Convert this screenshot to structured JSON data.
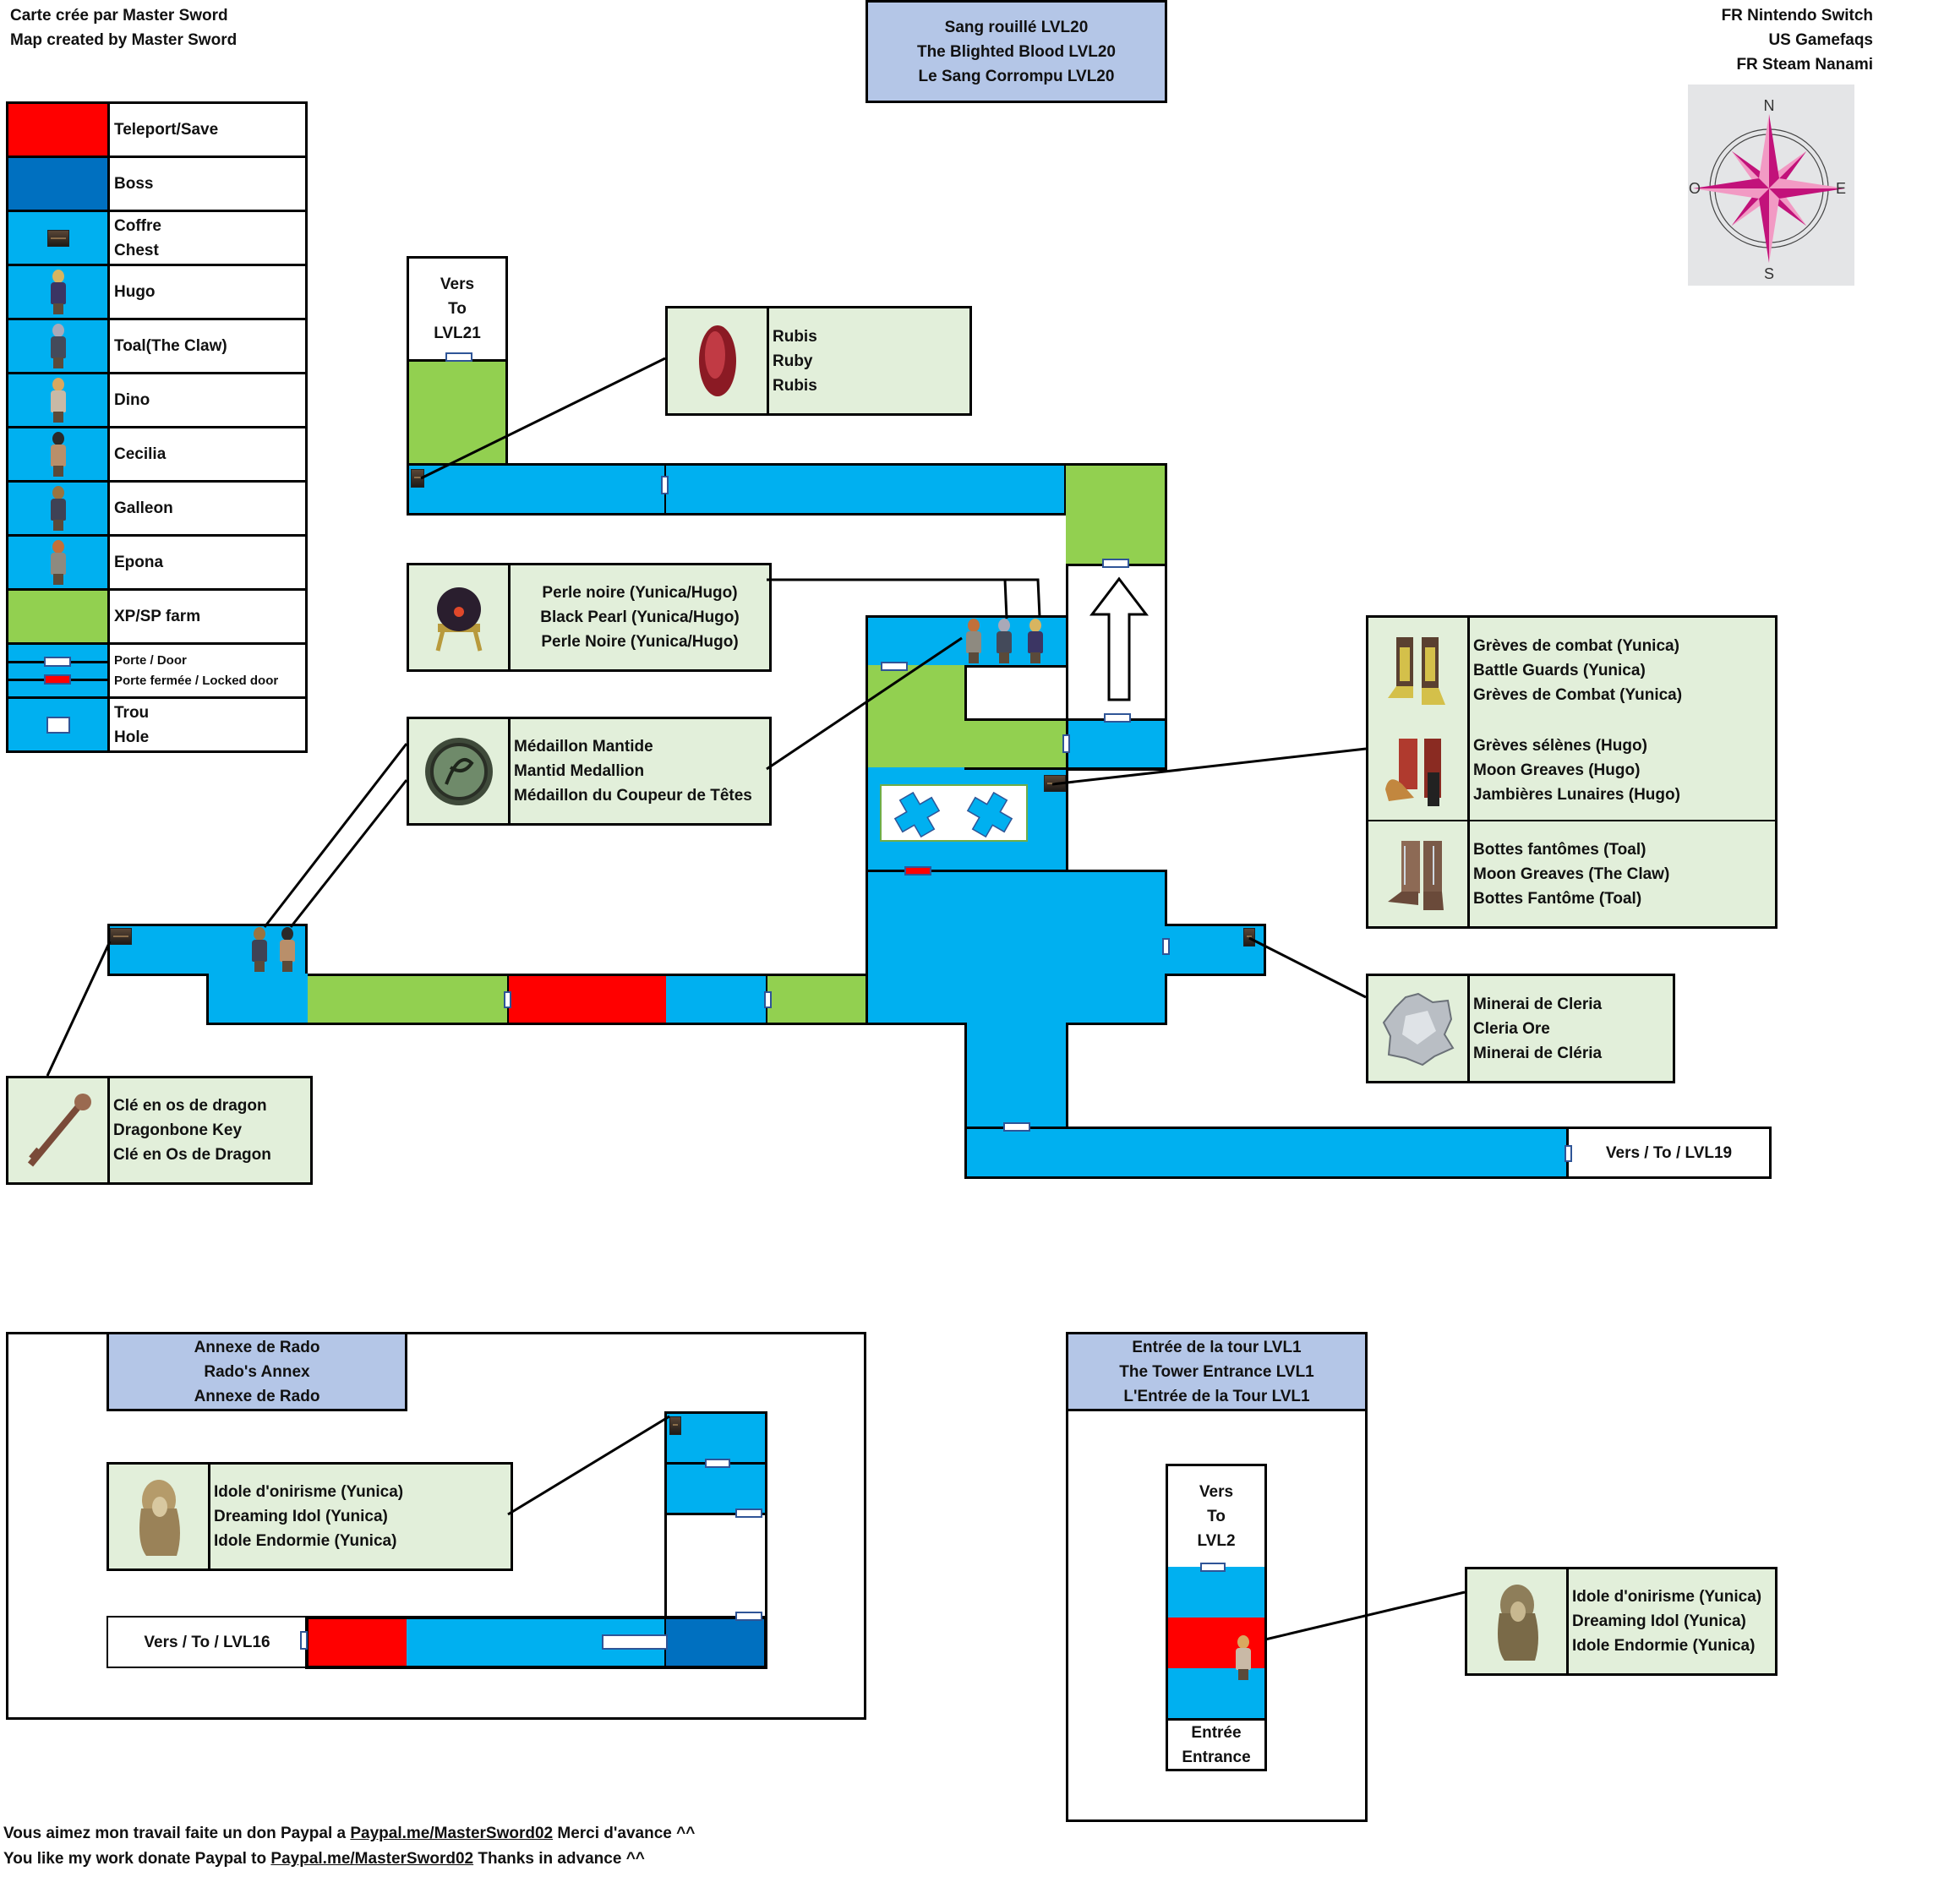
{
  "credits": {
    "fr": "Carte crée par Master Sword",
    "en": "Map created by Master Sword"
  },
  "title": {
    "line1": "Sang rouillé LVL20",
    "line2": "The Blighted Blood LVL20",
    "line3": "Le Sang Corrompu LVL20"
  },
  "sources": [
    "FR Nintendo Switch",
    "US Gamefaqs",
    "FR Steam Nanami"
  ],
  "compass": {
    "n": "N",
    "e": "E",
    "s": "S",
    "w": "O"
  },
  "colors": {
    "teleport": "#ff0000",
    "boss": "#0070c0",
    "room": "#00b0f0",
    "farm": "#92d050",
    "item_bg": "#e2efda",
    "title_bg": "#b4c6e7"
  },
  "legend": [
    {
      "label": "Teleport/Save"
    },
    {
      "label": "Boss"
    },
    {
      "label1": "Coffre",
      "label2": "Chest",
      "icon": "chest-icon"
    },
    {
      "label": "Hugo",
      "icon": "hugo-icon"
    },
    {
      "label": "Toal(The Claw)",
      "icon": "toal-icon"
    },
    {
      "label": "Dino",
      "icon": "dino-icon"
    },
    {
      "label": "Cecilia",
      "icon": "cecilia-icon"
    },
    {
      "label": "Galleon",
      "icon": "galleon-icon"
    },
    {
      "label": "Epona",
      "icon": "epona-icon"
    },
    {
      "label": "XP/SP farm"
    },
    {
      "label1": "Porte / Door",
      "label2": "Porte fermée / Locked door"
    },
    {
      "label1": "Trou",
      "label2": "Hole"
    }
  ],
  "exits": {
    "lvl21": [
      "Vers",
      "To",
      "LVL21"
    ],
    "lvl19": "Vers / To / LVL19",
    "lvl16": "Vers / To / LVL16",
    "lvl2": [
      "Vers",
      "To",
      "LVL2"
    ],
    "entrance": [
      "Entrée",
      "Entrance"
    ]
  },
  "items": {
    "ruby": [
      "Rubis",
      "Ruby",
      "Rubis"
    ],
    "black_pearl": [
      "Perle noire (Yunica/Hugo)",
      "Black Pearl (Yunica/Hugo)",
      "Perle Noire (Yunica/Hugo)"
    ],
    "medallion": [
      "Médaillon Mantide",
      "Mantid Medallion",
      "Médaillon du Coupeur de Têtes"
    ],
    "battle_guards": [
      "Grèves de combat (Yunica)",
      "Battle Guards (Yunica)",
      "Grèves de Combat (Yunica)"
    ],
    "moon_greaves_hugo": [
      "Grèves sélènes (Hugo)",
      "Moon Greaves (Hugo)",
      "Jambières Lunaires (Hugo)"
    ],
    "moon_greaves_toal": [
      "Bottes fantômes (Toal)",
      "Moon Greaves (The Claw)",
      "Bottes Fantôme (Toal)"
    ],
    "cleria_ore": [
      "Minerai de Cleria",
      "Cleria Ore",
      "Minerai de Cléria"
    ],
    "dragonbone_key": [
      "Clé en os de dragon",
      "Dragonbone Key",
      "Clé en Os de Dragon"
    ],
    "dreaming_idol_annex": [
      "Idole d'onirisme (Yunica)",
      "Dreaming Idol (Yunica)",
      "Idole Endormie (Yunica)"
    ],
    "dreaming_idol_tower": [
      "Idole d'onirisme (Yunica)",
      "Dreaming Idol (Yunica)",
      "Idole Endormie (Yunica)"
    ]
  },
  "annex": {
    "title": [
      "Annexe de Rado",
      "Rado's Annex",
      "Annexe de Rado"
    ]
  },
  "tower": {
    "title": [
      "Entrée de la tour LVL1",
      "The Tower Entrance LVL1",
      "L'Entrée de la Tour LVL1"
    ]
  },
  "footer": {
    "fr_before": "Vous aimez mon travail faite un don Paypal a ",
    "fr_link": "Paypal.me/MasterSword02",
    "fr_after": " Merci d'avance ^^",
    "en_before": "You like my work donate Paypal to ",
    "en_link": "Paypal.me/MasterSword02",
    "en_after": " Thanks in advance ^^"
  }
}
